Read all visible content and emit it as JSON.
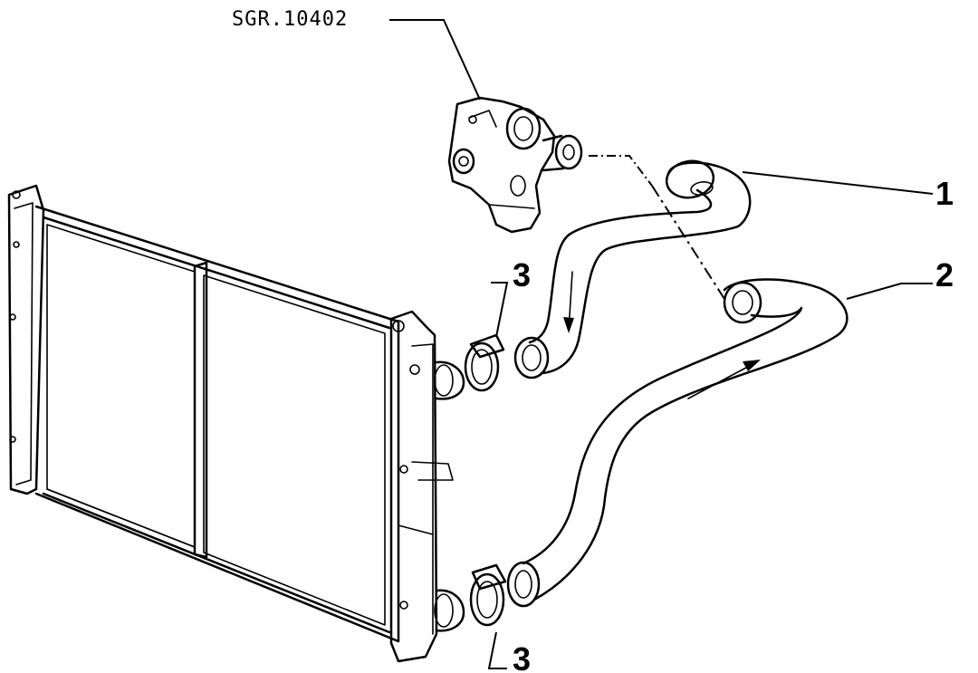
{
  "reference_code": "SGR.10402",
  "callouts": [
    {
      "id": "1",
      "label": "1"
    },
    {
      "id": "2",
      "label": "2"
    },
    {
      "id": "3a",
      "label": "3"
    },
    {
      "id": "3b",
      "label": "3"
    }
  ],
  "colors": {
    "line": "#000000",
    "background": "#ffffff"
  }
}
